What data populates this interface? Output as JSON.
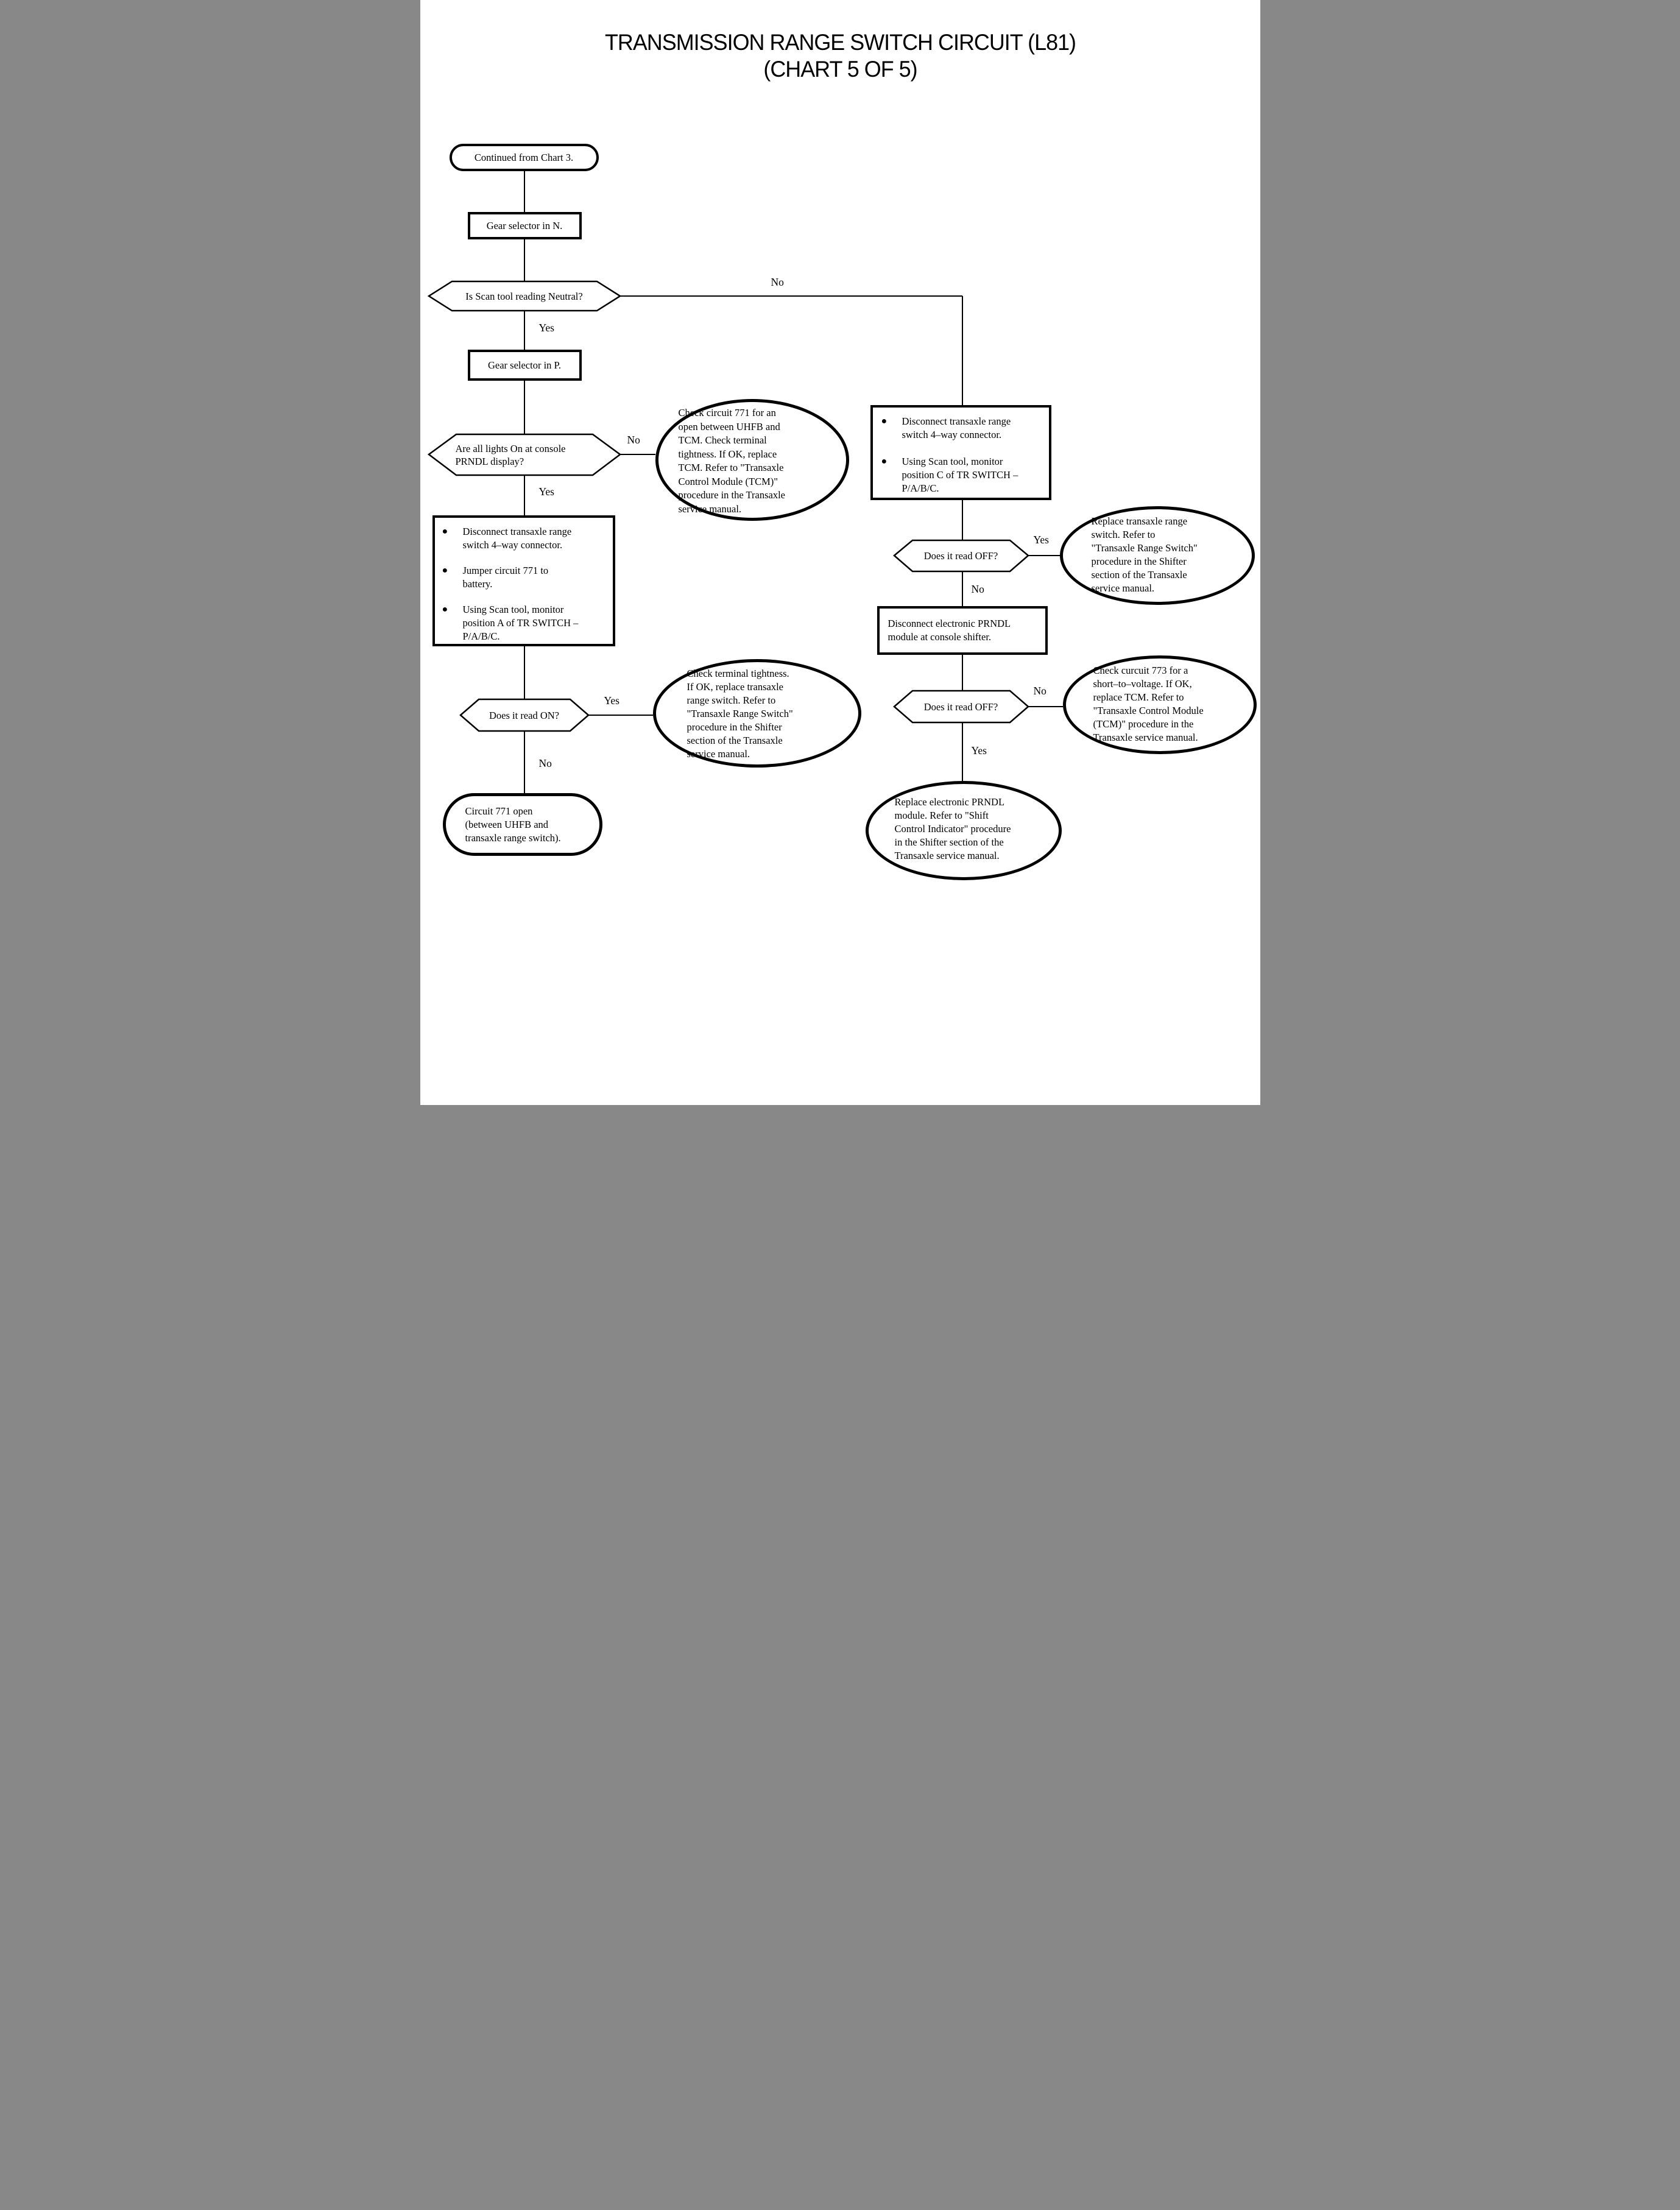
{
  "title": {
    "text": "TRANSMISSION RANGE SWITCH CIRCUIT (L81)\n(CHART 5 OF 5)"
  },
  "nodes": {
    "continued": {
      "text": "Continued from Chart 3."
    },
    "gear_n": {
      "text": "Gear selector in N."
    },
    "scan_neutral": {
      "text": "Is Scan tool reading Neutral?"
    },
    "gear_p": {
      "text": "Gear selector in P."
    },
    "lights_on": {
      "text": "Are all lights On at console\nPRNDL display?"
    },
    "check_771": {
      "text": "Check circuit 771 for an\nopen between UHFB and\nTCM. Check terminal\ntightness. If OK, replace\nTCM. Refer to \"Transaxle\nControl Module (TCM)\"\nprocedure in the Transaxle\nservice manual."
    },
    "disconnect_monitor_c": {
      "bullets": [
        "Disconnect transaxle range\nswitch 4–way connector.",
        "Using Scan tool, monitor\nposition C of TR SWITCH –\nP/A/B/C."
      ]
    },
    "jumper_771": {
      "bullets": [
        "Disconnect transaxle range\nswitch 4–way connector.",
        "Jumper circuit 771 to\nbattery.",
        "Using Scan tool, monitor\nposition A of TR SWITCH –\nP/A/B/C."
      ]
    },
    "read_off_1": {
      "text": "Does it read OFF?"
    },
    "replace_range_switch": {
      "text": "Replace transaxle range\nswitch. Refer to\n\"Transaxle Range Switch\"\nprocedure in the Shifter\nsection of the Transaxle\nservice manual."
    },
    "disconnect_prndl": {
      "text": "Disconnect electronic PRNDL\nmodule at console shifter."
    },
    "read_on": {
      "text": "Does it read ON?"
    },
    "check_terminal": {
      "text": "Check terminal tightness.\nIf OK, replace transaxle\nrange switch. Refer to\n\"Transaxle Range Switch\"\nprocedure in the Shifter\nsection of the Transaxle\nservice manual."
    },
    "circuit_771_open": {
      "text": "Circuit 771 open\n(between UHFB and\ntransaxle range switch)."
    },
    "read_off_2": {
      "text": "Does it read OFF?"
    },
    "check_773": {
      "text": "Check curcuit 773 for a\nshort–to–voltage. If OK,\nreplace TCM. Refer to\n\"Transaxle Control Module\n(TCM)\" procedure in the\nTransaxle service manual."
    },
    "replace_prndl": {
      "text": "Replace electronic PRNDL\nmodule. Refer to \"Shift\nControl Indicator\" procedure\nin the Shifter section of the\nTransaxle service manual."
    }
  },
  "labels": {
    "neutral_no": "No",
    "neutral_yes": "Yes",
    "lights_no": "No",
    "lights_yes": "Yes",
    "off1_yes": "Yes",
    "off1_no": "No",
    "on_yes": "Yes",
    "on_no": "No",
    "off2_no": "No",
    "off2_yes": "Yes"
  },
  "colors": {
    "ink": "#000000",
    "background": "#ffffff"
  }
}
